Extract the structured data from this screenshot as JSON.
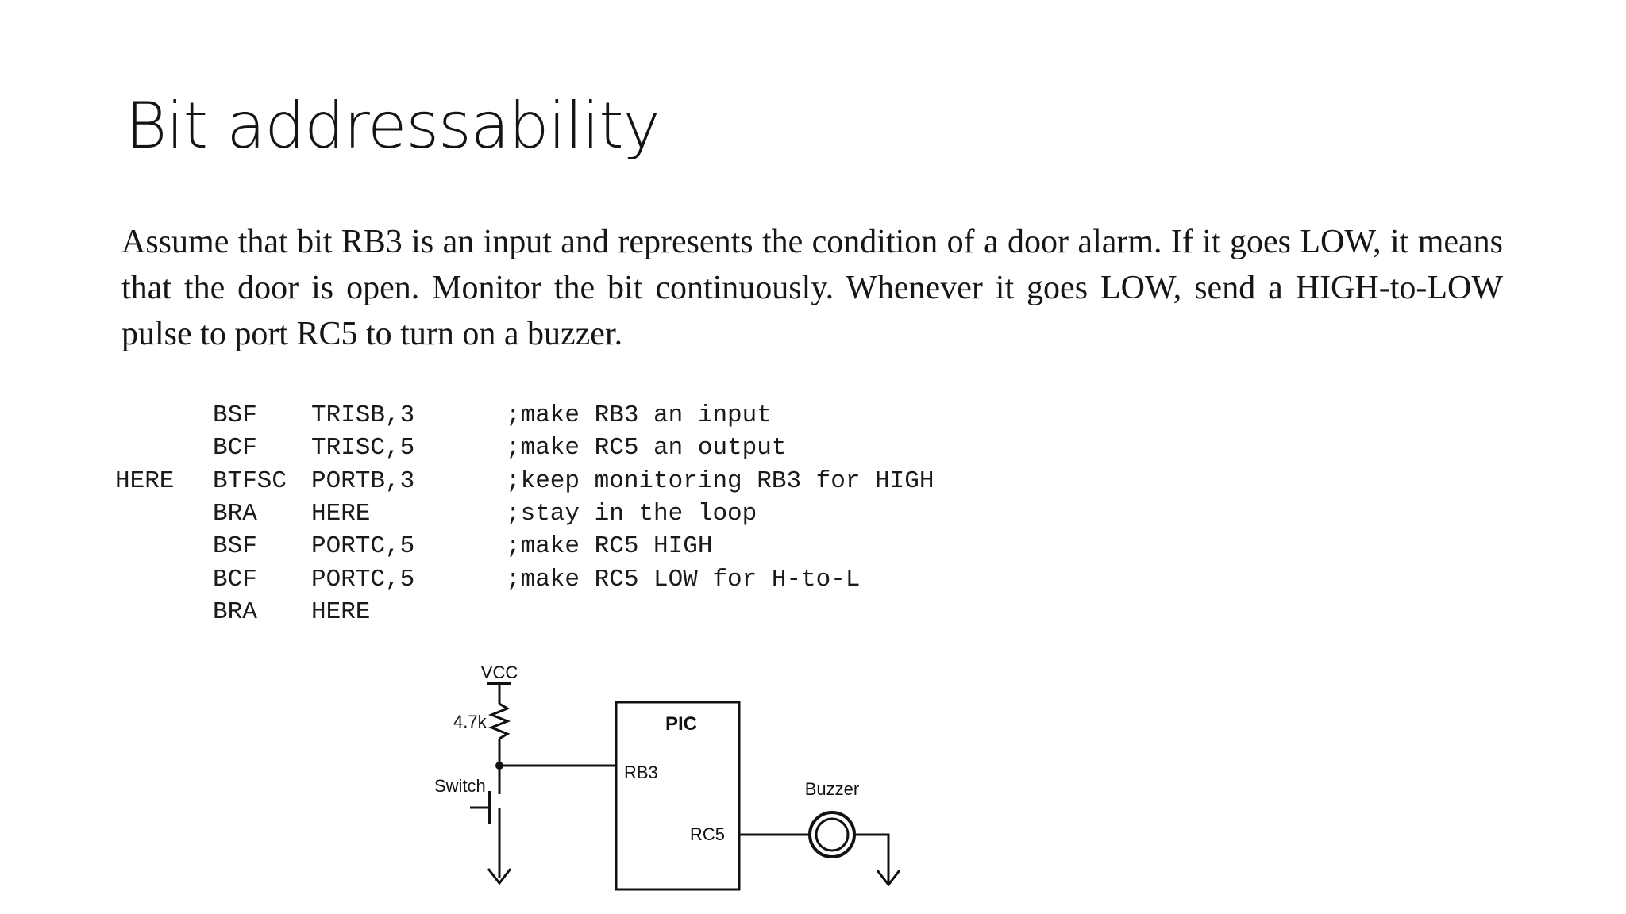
{
  "slide": {
    "title": "Bit addressability",
    "problem_text": "Assume that bit RB3 is an input and represents the condition of a door alarm. If it goes LOW, it means that the door is open. Monitor the bit continuously. Whenever it goes LOW, send a HIGH-to-LOW pulse to port RC5 to turn on a buzzer."
  },
  "code": {
    "rows": [
      {
        "label": "",
        "op": "BSF",
        "arg": "TRISB,3",
        "comment": ";make RB3 an input"
      },
      {
        "label": "",
        "op": "BCF",
        "arg": "TRISC,5",
        "comment": ";make RC5 an output"
      },
      {
        "label": "HERE",
        "op": "BTFSC",
        "arg": "PORTB,3",
        "comment": ";keep monitoring RB3 for HIGH"
      },
      {
        "label": "",
        "op": "BRA",
        "arg": "HERE",
        "comment": ";stay in the loop"
      },
      {
        "label": "",
        "op": "BSF",
        "arg": "PORTC,5",
        "comment": ";make RC5 HIGH"
      },
      {
        "label": "",
        "op": "BCF",
        "arg": "PORTC,5",
        "comment": ";make RC5 LOW for H-to-L"
      },
      {
        "label": "",
        "op": "BRA",
        "arg": "HERE",
        "comment": ""
      }
    ]
  },
  "schematic": {
    "vcc_label": "VCC",
    "resistor_label": "4.7k",
    "switch_label": "Switch",
    "chip_label": "PIC",
    "pin_input_label": "RB3",
    "pin_output_label": "RC5",
    "buzzer_label": "Buzzer"
  }
}
